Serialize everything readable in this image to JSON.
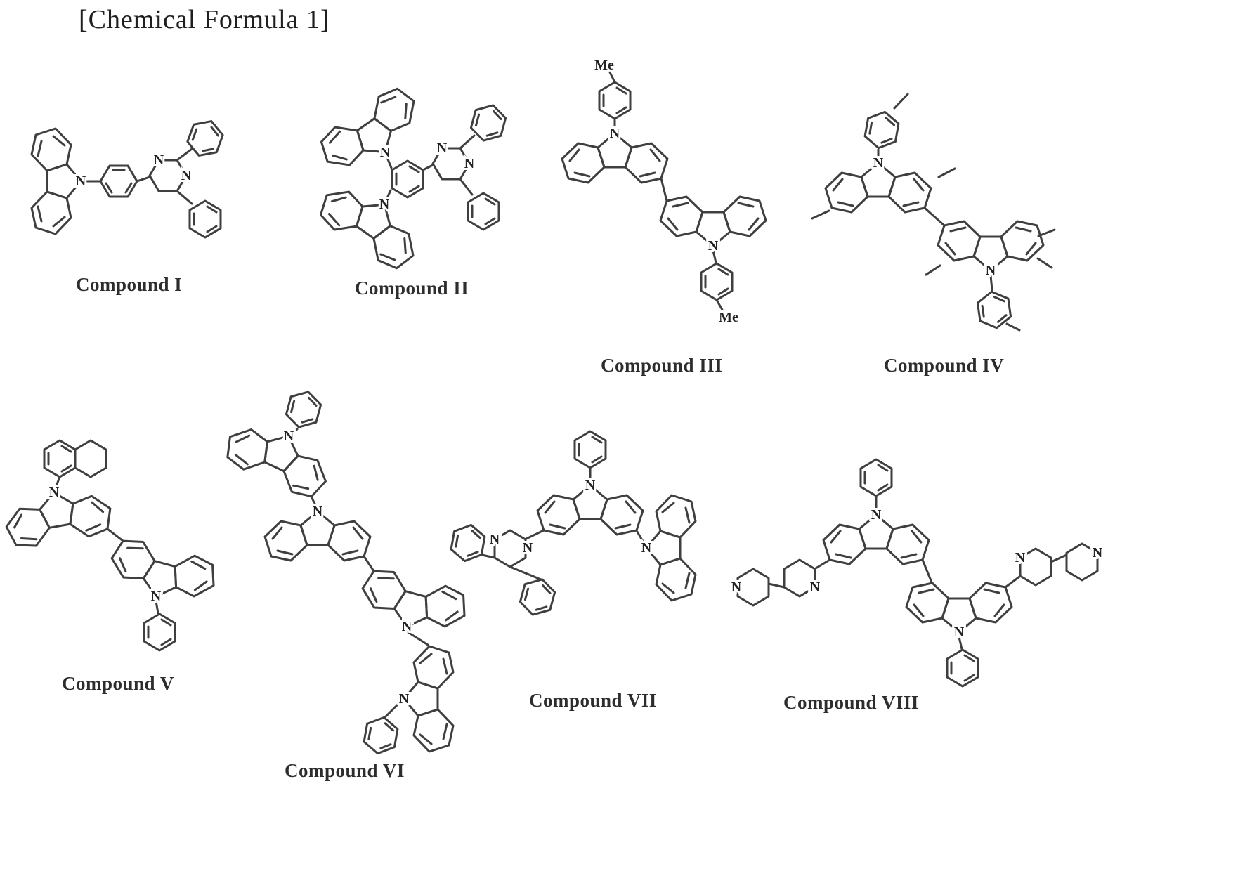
{
  "page": {
    "title": "[Chemical Formula 1]"
  },
  "atom_labels": {
    "N": "N",
    "Me": "Me"
  },
  "compounds": [
    {
      "id": "I",
      "label": "Compound I"
    },
    {
      "id": "II",
      "label": "Compound II"
    },
    {
      "id": "III",
      "label": "Compound III"
    },
    {
      "id": "IV",
      "label": "Compound IV"
    },
    {
      "id": "V",
      "label": "Compound V"
    },
    {
      "id": "VI",
      "label": "Compound VI"
    },
    {
      "id": "VII",
      "label": "Compound VII"
    },
    {
      "id": "VIII",
      "label": "Compound VIII"
    }
  ]
}
